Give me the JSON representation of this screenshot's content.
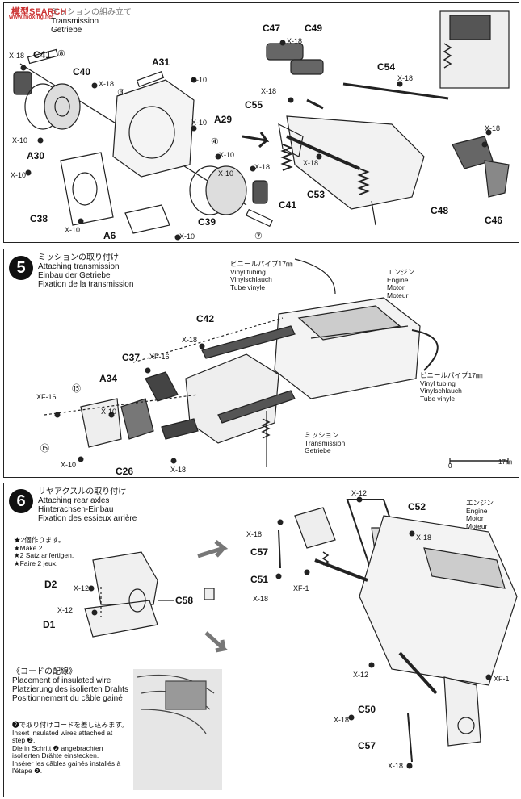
{
  "watermark": {
    "text": "模型SEARCH",
    "site": "www.moxing.net"
  },
  "step4": {
    "title_lines": [
      "ミッションの組み立て",
      "Transmission",
      "Getriebe"
    ],
    "parts": {
      "c41a": "C41",
      "c40": "C40",
      "a31": "A31",
      "a29": "A29",
      "a30": "A30",
      "c38": "C38",
      "a6": "A6",
      "c39": "C39",
      "c41b": "C41",
      "c47": "C47",
      "c49": "C49",
      "c54": "C54",
      "c55": "C55",
      "c53": "C53",
      "c48": "C48",
      "c46": "C46"
    },
    "screws": {
      "s1": "X-18",
      "s2": "X-18",
      "s3": "X-10",
      "s4": "X-10",
      "s5": "X-10",
      "s6": "X-10",
      "s7": "X-18",
      "s8": "X-10",
      "s9": "X-10",
      "s10": "X-10",
      "s11": "X-10",
      "s12": "X-18",
      "s13": "X-18",
      "s14": "X-18",
      "s15": "X-18",
      "s16": "X-18"
    },
    "circled": {
      "c8": "⑧",
      "c3": "③",
      "c4": "④",
      "c7": "⑦"
    }
  },
  "step5": {
    "number": "5",
    "title_lines": [
      "ミッションの取り付け",
      "Attaching transmission",
      "Einbau der Getriebe",
      "Fixation de la transmission"
    ],
    "vinyl_top": [
      "ビニールパイプ17㎜",
      "Vinyl tubing",
      "Vinylschlauch",
      "Tube vinyle"
    ],
    "engine": [
      "エンジン",
      "Engine",
      "Motor",
      "Moteur"
    ],
    "vinyl_right": [
      "ビニールパイプ17㎜",
      "Vinyl tubing",
      "Vinylschlauch",
      "Tube vinyle"
    ],
    "transmission": [
      "ミッション",
      "Transmission",
      "Getriebe"
    ],
    "parts": {
      "c42": "C42",
      "c37": "C37",
      "a34": "A34",
      "c26": "C26"
    },
    "screws": {
      "s1": "X-18",
      "s2": "XF-16",
      "s3": "XF-16",
      "s4": "X-10",
      "s5": "X-10",
      "s6": "X-18"
    },
    "circled": {
      "c15a": "⑮",
      "c15b": "⑮"
    },
    "scale": {
      "zero": "0",
      "end": "17㎜"
    }
  },
  "step6": {
    "number": "6",
    "title_lines": [
      "リヤアクスルの取り付け",
      "Attaching rear axles",
      "Hinterachsen-Einbau",
      "Fixation des essieux arrière"
    ],
    "make2": [
      "★2個作ります。",
      "★Make 2.",
      "★2 Satz anfertigen.",
      "★Faire 2 jeux."
    ],
    "parts": {
      "d2": "D2",
      "d1": "D1",
      "c58": "C58",
      "c57a": "C57",
      "c51": "C51",
      "c52": "C52",
      "c50": "C50",
      "c57b": "C57"
    },
    "screws": {
      "s1": "X-12",
      "s2": "X-12",
      "s3": "X-12",
      "s4": "X-18",
      "s5": "X-18",
      "s6": "XF-1",
      "s7": "X-18",
      "s8": "X-12",
      "s9": "XF-1",
      "s10": "X-18",
      "s11": "X-18"
    },
    "engine": [
      "エンジン",
      "Engine",
      "Motor",
      "Moteur"
    ],
    "wire_title": [
      "《コードの配線》",
      "Placement of insulated wire",
      "Platzierung des isolierten Drahts",
      "Positionnement du câble gainé"
    ],
    "wire_note": [
      "❷で取り付けコードを差し込みます。",
      "Insert insulated wires attached at",
      "step ❷.",
      "Die in Schritt ❷ angebrachten",
      "isolierten Drähte einstecken.",
      "Insérer les câbles gainés installés à",
      "l'étape ❷."
    ]
  }
}
